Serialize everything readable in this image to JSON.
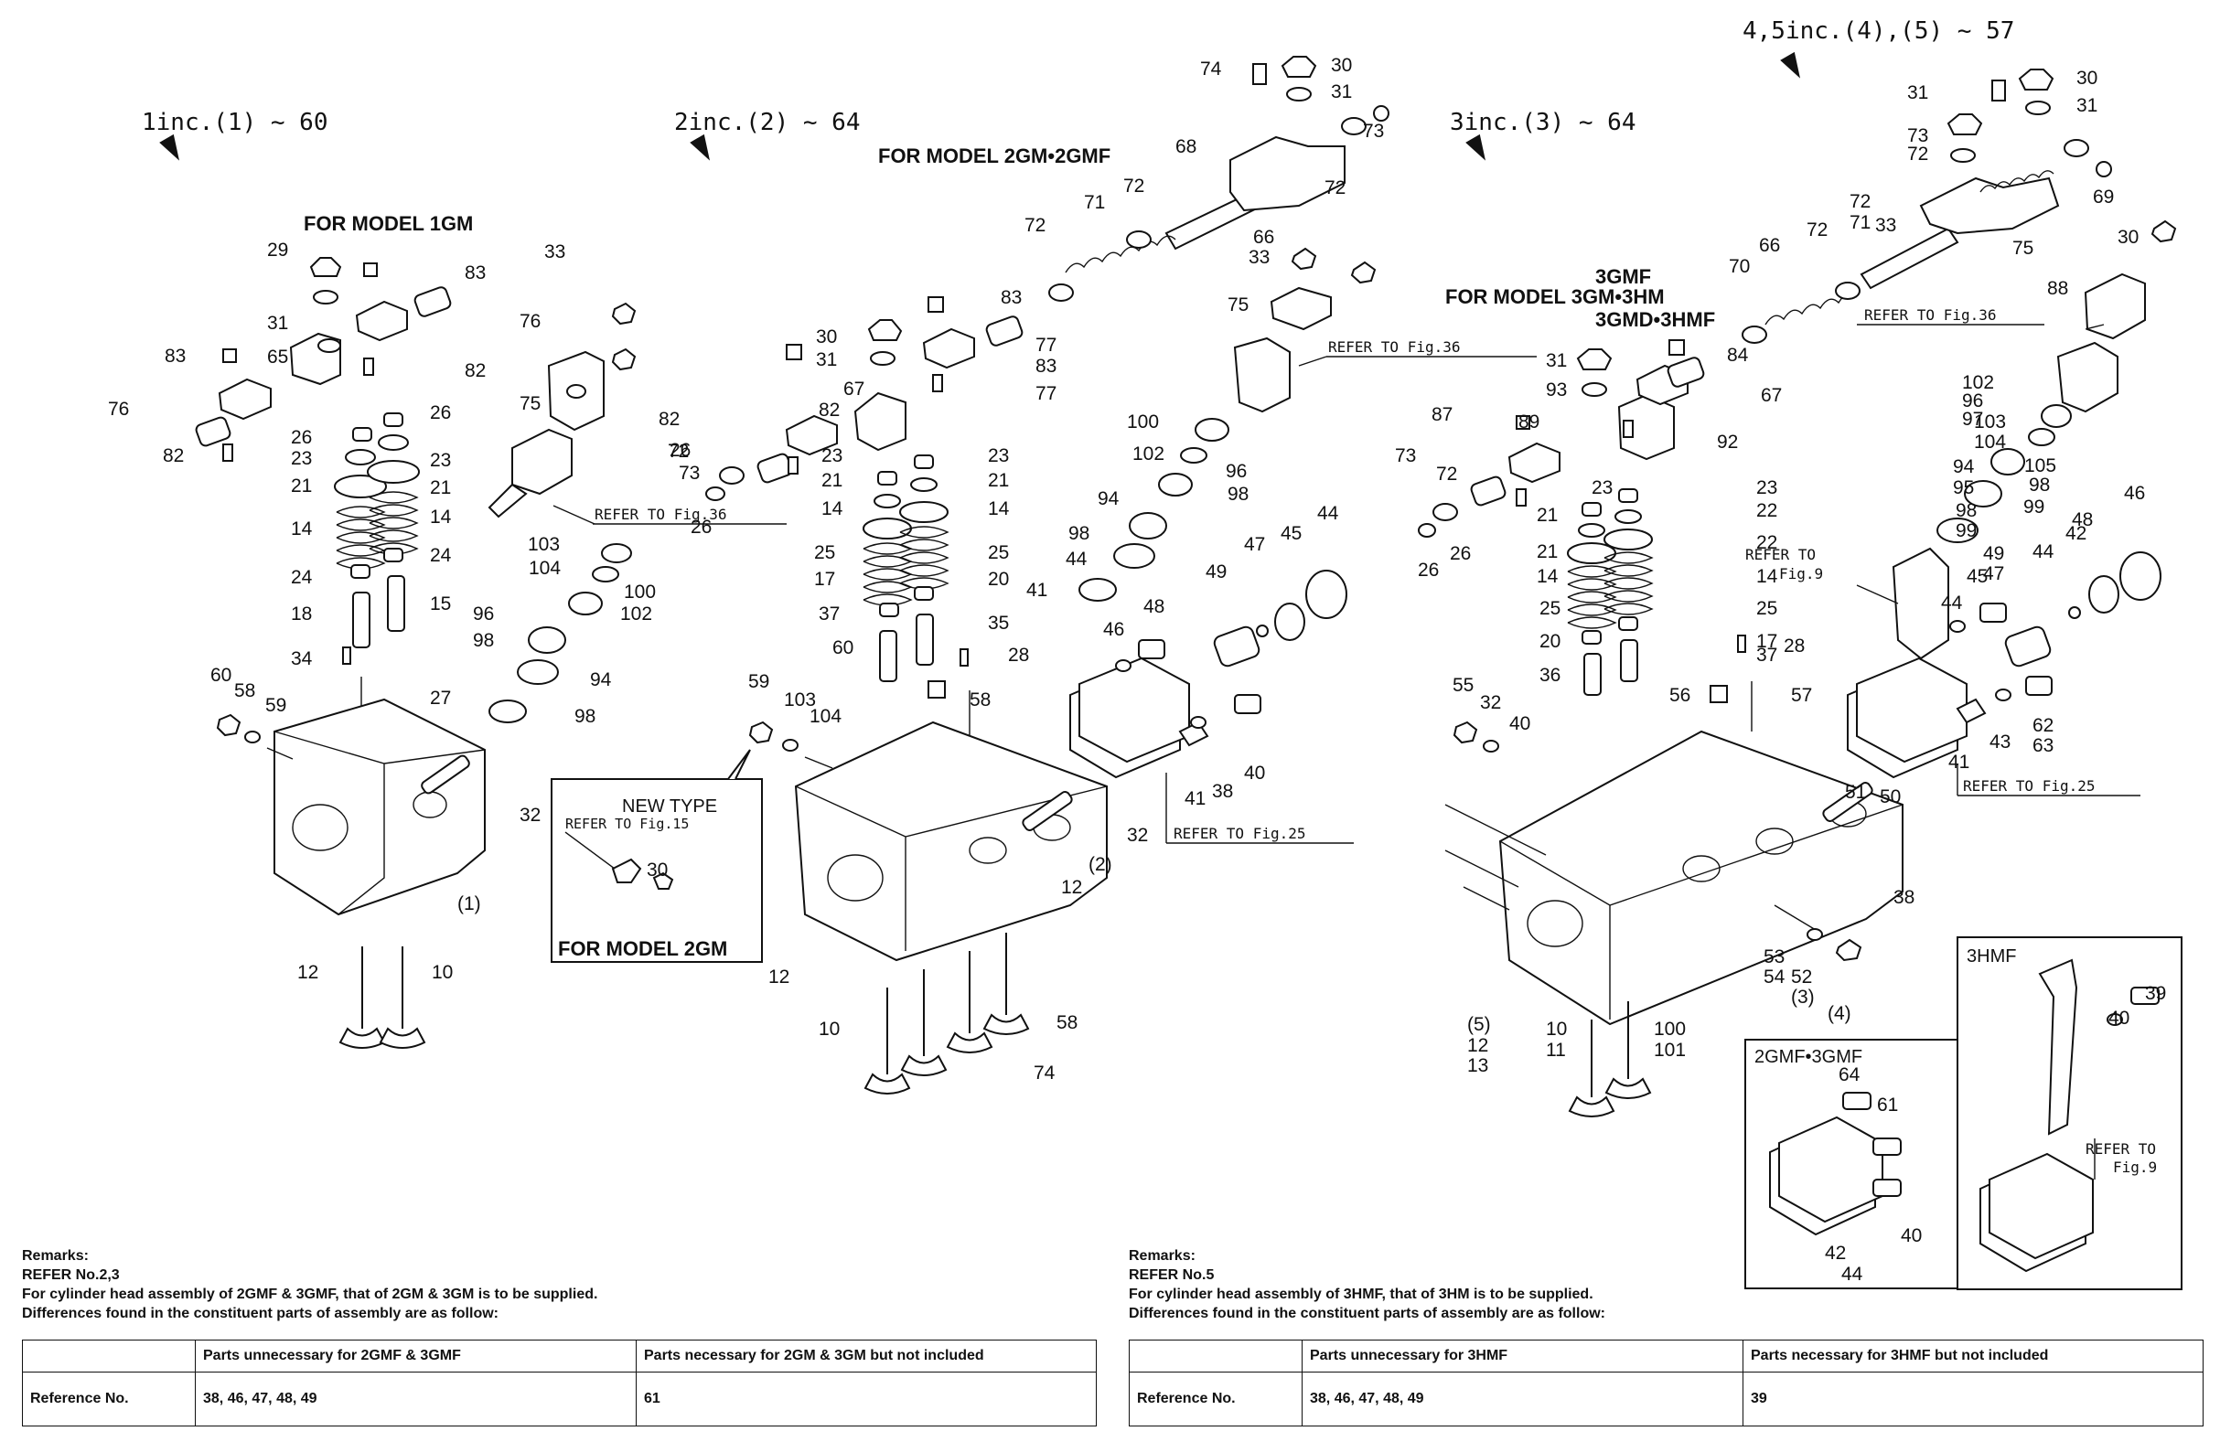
{
  "section_headers": [
    {
      "id": "s1",
      "label": "1inc.(1) ~ 60"
    },
    {
      "id": "s2",
      "label": "2inc.(2) ~ 64"
    },
    {
      "id": "s3",
      "label": "3inc.(3) ~ 64"
    },
    {
      "id": "s4",
      "label": "4,5inc.(4),(5) ~ 57"
    }
  ],
  "model_labels": {
    "m1gm": "FOR MODEL 1GM",
    "m2gmf": "FOR MODEL 2GM•2GMF",
    "m3_top": "3GMF",
    "m3_mid": "FOR MODEL 3GM•3HM",
    "m3_bot": "3GMD•3HMF",
    "m2gm": "FOR MODEL 2GM"
  },
  "references": {
    "fig36_a": "REFER TO Fig.36",
    "fig36_b": "REFER TO Fig.36",
    "fig36_c": "REFER TO Fig.36",
    "fig25_a": "REFER TO Fig.25",
    "fig25_b": "REFER TO Fig.25",
    "fig9_a_1": "REFER TO",
    "fig9_a_2": "Fig.9",
    "fig9_b_1": "REFER TO",
    "fig9_b_2": "Fig.9",
    "new_type": "NEW TYPE",
    "fig15": "REFER TO Fig.15"
  },
  "inset_titles": {
    "gmf": "2GMF•3GMF",
    "hmf": "3HMF"
  },
  "callouts": [
    {
      "t": "29",
      "g": "1"
    },
    {
      "t": "83",
      "g": "1"
    },
    {
      "t": "31",
      "g": "1"
    },
    {
      "t": "76",
      "g": "1"
    },
    {
      "t": "65",
      "g": "1"
    },
    {
      "t": "83",
      "g": "1"
    },
    {
      "t": "82",
      "g": "1"
    },
    {
      "t": "76",
      "g": "1"
    },
    {
      "t": "82",
      "g": "1"
    },
    {
      "t": "26",
      "g": "1"
    },
    {
      "t": "26",
      "g": "1"
    },
    {
      "t": "23",
      "g": "1"
    },
    {
      "t": "23",
      "g": "1"
    },
    {
      "t": "21",
      "g": "1"
    },
    {
      "t": "21",
      "g": "1"
    },
    {
      "t": "14",
      "g": "1"
    },
    {
      "t": "14",
      "g": "1"
    },
    {
      "t": "24",
      "g": "1"
    },
    {
      "t": "24",
      "g": "1"
    },
    {
      "t": "18",
      "g": "1"
    },
    {
      "t": "15",
      "g": "1"
    },
    {
      "t": "34",
      "g": "1"
    },
    {
      "t": "60",
      "g": "1"
    },
    {
      "t": "58",
      "g": "1"
    },
    {
      "t": "59",
      "g": "1"
    },
    {
      "t": "27",
      "g": "1"
    },
    {
      "t": "32",
      "g": "1"
    },
    {
      "t": "(1)",
      "g": "1"
    },
    {
      "t": "12",
      "g": "1"
    },
    {
      "t": "10",
      "g": "1"
    },
    {
      "t": "33",
      "g": "1"
    },
    {
      "t": "75",
      "g": "1"
    },
    {
      "t": "103",
      "g": "1"
    },
    {
      "t": "104",
      "g": "1"
    },
    {
      "t": "100",
      "g": "1"
    },
    {
      "t": "102",
      "g": "1"
    },
    {
      "t": "96",
      "g": "1"
    },
    {
      "t": "98",
      "g": "1"
    },
    {
      "t": "94",
      "g": "1"
    },
    {
      "t": "98",
      "g": "1"
    },
    {
      "t": "74",
      "g": "2"
    },
    {
      "t": "30",
      "g": "2"
    },
    {
      "t": "31",
      "g": "2"
    },
    {
      "t": "73",
      "g": "2"
    },
    {
      "t": "68",
      "g": "2"
    },
    {
      "t": "72",
      "g": "2"
    },
    {
      "t": "72",
      "g": "2"
    },
    {
      "t": "71",
      "g": "2"
    },
    {
      "t": "72",
      "g": "2"
    },
    {
      "t": "66",
      "g": "2"
    },
    {
      "t": "33",
      "g": "2"
    },
    {
      "t": "75",
      "g": "2"
    },
    {
      "t": "83",
      "g": "2"
    },
    {
      "t": "30",
      "g": "2"
    },
    {
      "t": "77",
      "g": "2"
    },
    {
      "t": "31",
      "g": "2"
    },
    {
      "t": "83",
      "g": "2"
    },
    {
      "t": "67",
      "g": "2"
    },
    {
      "t": "82",
      "g": "2"
    },
    {
      "t": "77",
      "g": "2"
    },
    {
      "t": "82",
      "g": "2"
    },
    {
      "t": "72",
      "g": "2"
    },
    {
      "t": "73",
      "g": "2"
    },
    {
      "t": "26",
      "g": "2"
    },
    {
      "t": "26",
      "g": "2"
    },
    {
      "t": "23",
      "g": "2"
    },
    {
      "t": "23",
      "g": "2"
    },
    {
      "t": "21",
      "g": "2"
    },
    {
      "t": "21",
      "g": "2"
    },
    {
      "t": "14",
      "g": "2"
    },
    {
      "t": "14",
      "g": "2"
    },
    {
      "t": "25",
      "g": "2"
    },
    {
      "t": "25",
      "g": "2"
    },
    {
      "t": "17",
      "g": "2"
    },
    {
      "t": "20",
      "g": "2"
    },
    {
      "t": "35",
      "g": "2"
    },
    {
      "t": "37",
      "g": "2"
    },
    {
      "t": "28",
      "g": "2"
    },
    {
      "t": "60",
      "g": "2"
    },
    {
      "t": "58",
      "g": "2"
    },
    {
      "t": "59",
      "g": "2"
    },
    {
      "t": "103",
      "g": "2"
    },
    {
      "t": "104",
      "g": "2"
    },
    {
      "t": "100",
      "g": "2"
    },
    {
      "t": "102",
      "g": "2"
    },
    {
      "t": "96",
      "g": "2"
    },
    {
      "t": "98",
      "g": "2"
    },
    {
      "t": "94",
      "g": "2"
    },
    {
      "t": "98",
      "g": "2"
    },
    {
      "t": "44",
      "g": "2"
    },
    {
      "t": "41",
      "g": "2"
    },
    {
      "t": "46",
      "g": "2"
    },
    {
      "t": "48",
      "g": "2"
    },
    {
      "t": "49",
      "g": "2"
    },
    {
      "t": "47",
      "g": "2"
    },
    {
      "t": "45",
      "g": "2"
    },
    {
      "t": "44",
      "g": "2"
    },
    {
      "t": "41",
      "g": "2"
    },
    {
      "t": "38",
      "g": "2"
    },
    {
      "t": "40",
      "g": "2"
    },
    {
      "t": "32",
      "g": "2"
    },
    {
      "t": "(2)",
      "g": "2"
    },
    {
      "t": "12",
      "g": "2"
    },
    {
      "t": "12",
      "g": "2"
    },
    {
      "t": "10",
      "g": "2"
    },
    {
      "t": "58",
      "g": "2"
    },
    {
      "t": "74",
      "g": "3"
    },
    {
      "t": "30",
      "g": "3"
    },
    {
      "t": "31",
      "g": "3"
    },
    {
      "t": "30",
      "g": "3"
    },
    {
      "t": "31",
      "g": "3"
    },
    {
      "t": "73",
      "g": "3"
    },
    {
      "t": "72",
      "g": "3"
    },
    {
      "t": "69",
      "g": "3"
    },
    {
      "t": "70",
      "g": "3"
    },
    {
      "t": "72",
      "g": "3"
    },
    {
      "t": "71",
      "g": "3"
    },
    {
      "t": "72",
      "g": "3"
    },
    {
      "t": "66",
      "g": "3"
    },
    {
      "t": "33",
      "g": "3"
    },
    {
      "t": "75",
      "g": "3"
    },
    {
      "t": "30",
      "g": "3"
    },
    {
      "t": "88",
      "g": "3"
    },
    {
      "t": "31",
      "g": "3"
    },
    {
      "t": "84",
      "g": "3"
    },
    {
      "t": "93",
      "g": "3"
    },
    {
      "t": "67",
      "g": "3"
    },
    {
      "t": "87",
      "g": "3"
    },
    {
      "t": "89",
      "g": "3"
    },
    {
      "t": "92",
      "g": "3"
    },
    {
      "t": "73",
      "g": "3"
    },
    {
      "t": "72",
      "g": "3"
    },
    {
      "t": "26",
      "g": "3"
    },
    {
      "t": "26",
      "g": "3"
    },
    {
      "t": "23",
      "g": "3"
    },
    {
      "t": "23",
      "g": "3"
    },
    {
      "t": "21",
      "g": "3"
    },
    {
      "t": "22",
      "g": "3"
    },
    {
      "t": "21",
      "g": "3"
    },
    {
      "t": "22",
      "g": "3"
    },
    {
      "t": "14",
      "g": "3"
    },
    {
      "t": "14",
      "g": "3"
    },
    {
      "t": "25",
      "g": "3"
    },
    {
      "t": "25",
      "g": "3"
    },
    {
      "t": "20",
      "g": "3"
    },
    {
      "t": "17",
      "g": "3"
    },
    {
      "t": "36",
      "g": "3"
    },
    {
      "t": "37",
      "g": "3"
    },
    {
      "t": "28",
      "g": "3"
    },
    {
      "t": "56",
      "g": "3"
    },
    {
      "t": "57",
      "g": "3"
    },
    {
      "t": "55",
      "g": "3"
    },
    {
      "t": "32",
      "g": "3"
    },
    {
      "t": "40",
      "g": "3"
    },
    {
      "t": "38",
      "g": "3"
    },
    {
      "t": "50",
      "g": "3"
    },
    {
      "t": "51",
      "g": "3"
    },
    {
      "t": "53",
      "g": "3"
    },
    {
      "t": "54",
      "g": "3"
    },
    {
      "t": "52",
      "g": "3"
    },
    {
      "t": "(3)",
      "g": "3"
    },
    {
      "t": "(4)",
      "g": "3"
    },
    {
      "t": "(5)",
      "g": "3"
    },
    {
      "t": "12",
      "g": "3"
    },
    {
      "t": "13",
      "g": "3"
    },
    {
      "t": "10",
      "g": "3"
    },
    {
      "t": "11",
      "g": "3"
    },
    {
      "t": "100",
      "g": "3"
    },
    {
      "t": "101",
      "g": "3"
    },
    {
      "t": "102",
      "g": "3"
    },
    {
      "t": "96",
      "g": "3"
    },
    {
      "t": "97",
      "g": "3"
    },
    {
      "t": "103",
      "g": "3"
    },
    {
      "t": "104",
      "g": "3"
    },
    {
      "t": "105",
      "g": "3"
    },
    {
      "t": "98",
      "g": "3"
    },
    {
      "t": "99",
      "g": "3"
    },
    {
      "t": "94",
      "g": "3"
    },
    {
      "t": "95",
      "g": "3"
    },
    {
      "t": "98",
      "g": "3"
    },
    {
      "t": "99",
      "g": "3"
    },
    {
      "t": "49",
      "g": "3"
    },
    {
      "t": "47",
      "g": "3"
    },
    {
      "t": "48",
      "g": "3"
    },
    {
      "t": "46",
      "g": "3"
    },
    {
      "t": "42",
      "g": "3"
    },
    {
      "t": "44",
      "g": "3"
    },
    {
      "t": "45",
      "g": "3"
    },
    {
      "t": "44",
      "g": "3"
    },
    {
      "t": "41",
      "g": "3"
    },
    {
      "t": "43",
      "g": "3"
    },
    {
      "t": "62",
      "g": "i"
    },
    {
      "t": "63",
      "g": "i"
    },
    {
      "t": "64",
      "g": "i"
    },
    {
      "t": "61",
      "g": "i"
    },
    {
      "t": "40",
      "g": "i"
    },
    {
      "t": "42",
      "g": "i"
    },
    {
      "t": "44",
      "g": "i"
    },
    {
      "t": "39",
      "g": "i"
    },
    {
      "t": "40",
      "g": "i"
    }
  ],
  "remarks_left": {
    "title": "Remarks:",
    "refer": "REFER No.2,3",
    "line1": "For cylinder head assembly of 2GMF & 3GMF, that of 2GM & 3GM is to be  supplied.",
    "line2": "Differences found in the constituent parts of assembly are as follow:",
    "col1_header": "Parts unnecessary for 2GMF & 3GMF",
    "col2_header": "Parts necessary for 2GM & 3GM but not included",
    "row_label": "Reference No.",
    "col1_value": "38, 46, 47, 48, 49",
    "col2_value": "61"
  },
  "remarks_right": {
    "title": "Remarks:",
    "refer": "REFER No.5",
    "line1": "For cylinder head assembly of 3HMF, that of 3HM is to be  supplied.",
    "line2": "Differences found in the constituent parts of assembly are as follow:",
    "col1_header": "Parts unnecessary for 3HMF",
    "col2_header": "Parts necessary for 3HMF but not included",
    "row_label": "Reference No.",
    "col1_value": "38, 46, 47, 48, 49",
    "col2_value": "39"
  }
}
